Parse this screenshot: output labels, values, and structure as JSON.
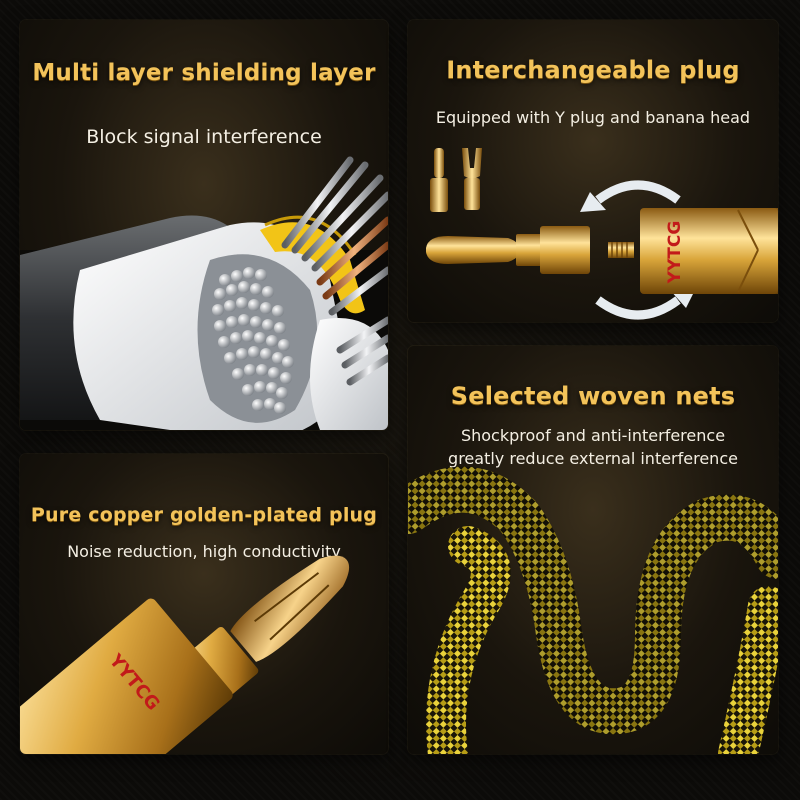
{
  "panels": {
    "shielding": {
      "title": "Multi layer shielding layer",
      "subtitle": "Block signal interference"
    },
    "plug": {
      "title": "Interchangeable plug",
      "subtitle": "Equipped with Y plug and banana head",
      "brand": "YYTCG"
    },
    "copper": {
      "title": "Pure copper golden-plated plug",
      "subtitle": "Noise reduction, high conductivity",
      "brand": "YYTCG"
    },
    "nets": {
      "title": "Selected woven nets",
      "subtitle_line1": "Shockproof and anti-interference",
      "subtitle_line2": "greatly reduce external interference"
    }
  },
  "colors": {
    "gold_text": "#f3c35a",
    "white_text": "#f4efe3",
    "brand_red": "#c21a1a",
    "gold_metal": "#d9a53a"
  }
}
